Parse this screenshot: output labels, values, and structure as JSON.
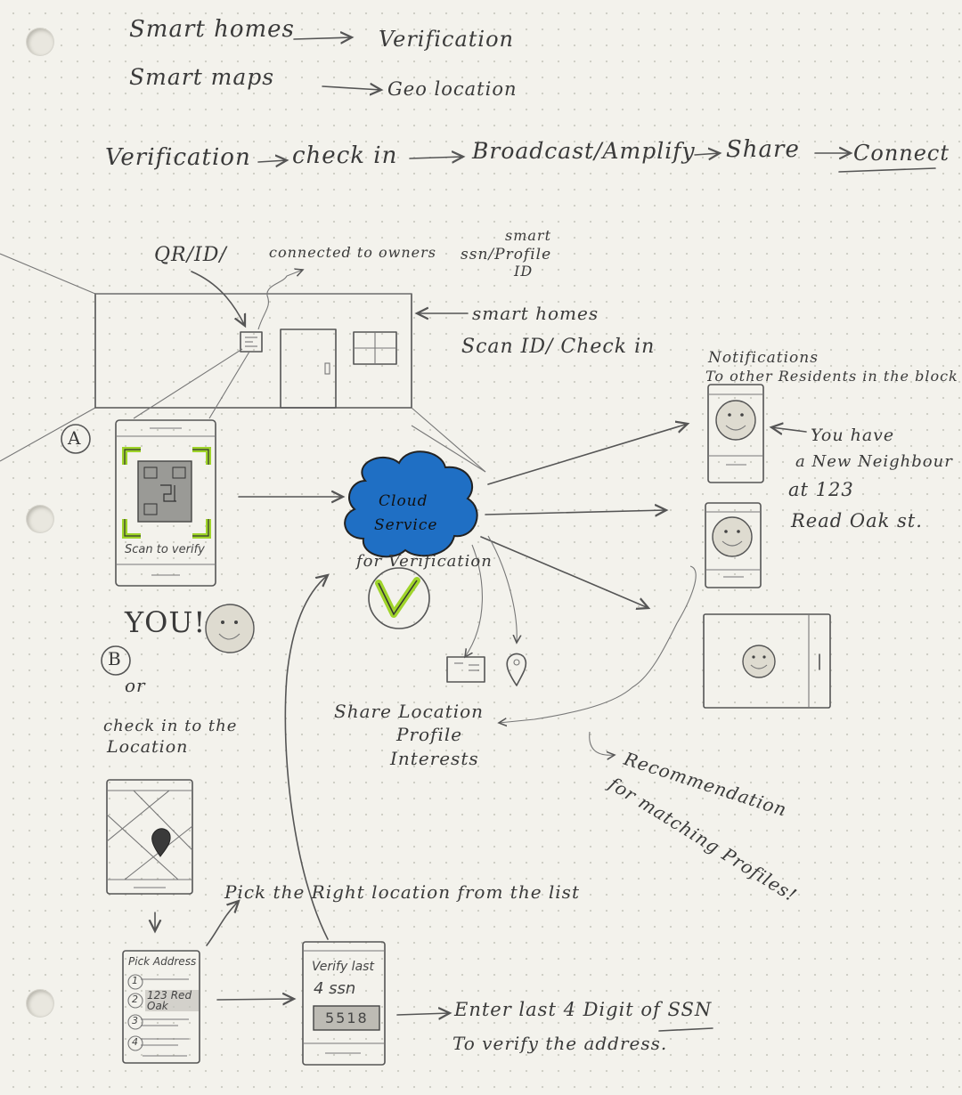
{
  "header": {
    "line1_left": "Smart homes",
    "line1_right": "Verification",
    "line2_left": "Smart maps",
    "line2_right": "Geo location",
    "flow": [
      "Verification",
      "check in",
      "Broadcast/Amplify",
      "Share",
      "Connect"
    ]
  },
  "room": {
    "qr_label": "QR/ID/",
    "connected_label": "connected to owners",
    "smart_label": "smart",
    "ssn_label": "ssn/Profile",
    "id_label": "ID",
    "smarthomes_label": "smart homes",
    "scan_label": "Scan ID/ Check in"
  },
  "section_a": {
    "marker": "A",
    "phone_caption": "Scan to verify",
    "you_label": "YOU!"
  },
  "cloud": {
    "line1": "Cloud",
    "line2": "Service",
    "caption": "for Verification"
  },
  "notifications": {
    "title_line1": "Notifications",
    "title_line2": "To other Residents in the block",
    "message_line1": "You have",
    "message_line2": "a New Neighbour",
    "message_line3": "at 123",
    "message_line4": "Read Oak st."
  },
  "share": {
    "line1": "Share Location",
    "line2": "Profile",
    "line3": "Interests"
  },
  "recommendation": {
    "line1": "Recommendation",
    "line2": "for matching Profiles!"
  },
  "section_b": {
    "marker": "B",
    "or_label": "or",
    "checkin_line1": "check in to the",
    "checkin_line2": "Location"
  },
  "pick": {
    "note": "Pick the Right location from the list",
    "title": "Pick Address",
    "items": [
      "1",
      "2",
      "3",
      "4"
    ],
    "item2_text": "123 Red Oak"
  },
  "verify": {
    "title_line1": "Verify last",
    "title_line2": "4 ssn",
    "code": "5518",
    "note_line1": "Enter last 4 Digit of SSN",
    "note_line2": "To verify the address."
  },
  "colors": {
    "ink": "#3a3a3a",
    "cloud_blue": "#1f6fc4",
    "accent_green": "#9fd42a",
    "face": "#dedbd0"
  }
}
